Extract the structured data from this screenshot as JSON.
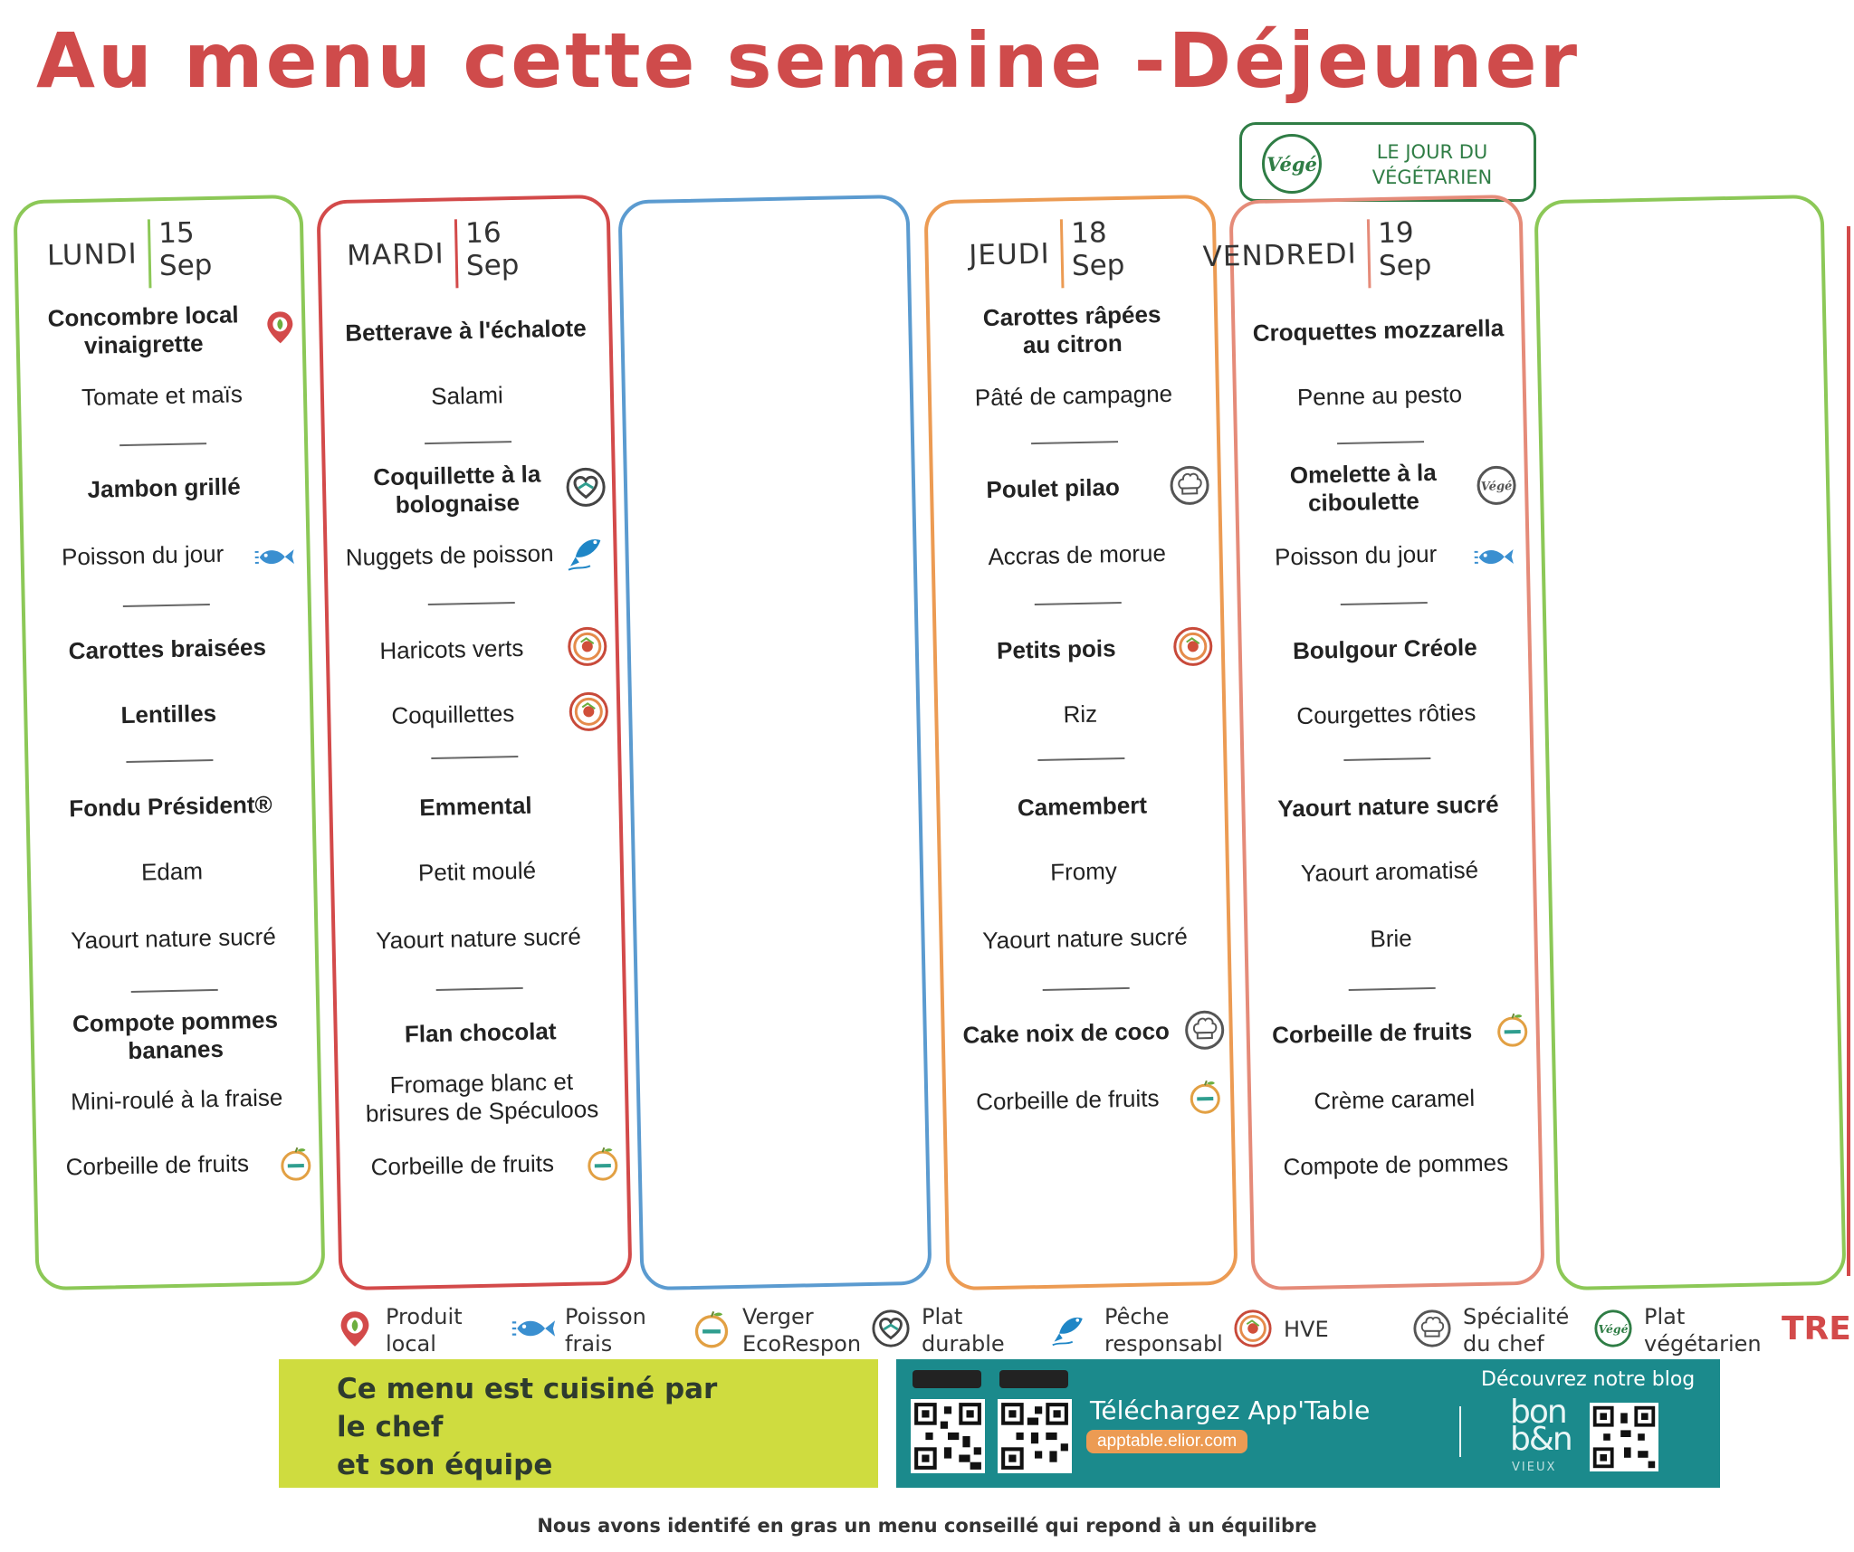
{
  "title": "Au menu cette semaine -Déjeuner",
  "vege_banner": {
    "seal": "Végé",
    "line1": "LE JOUR DU",
    "line2": "VÉGÉTARIEN"
  },
  "days": [
    {
      "name": "LUNDI",
      "day": "15",
      "month": "Sep",
      "items": [
        "Concombre local vinaigrette",
        "Tomate et maïs",
        "Jambon grillé",
        "Poisson du jour",
        "Carottes braisées",
        "Lentilles",
        "Fondu Président®",
        "Edam",
        "Yaourt nature sucré",
        "Compote pommes bananes",
        "Mini-roulé à la fraise",
        "Corbeille de fruits"
      ]
    },
    {
      "name": "MARDI",
      "day": "16",
      "month": "Sep",
      "items": [
        "Betterave à l'échalote",
        "Salami",
        "Coquillette à la bolognaise",
        "Nuggets de poisson",
        "Haricots verts",
        "Coquillettes",
        "Emmental",
        "Petit moulé",
        "Yaourt nature sucré",
        "Flan chocolat",
        "Fromage blanc et brisures de Spéculoos",
        "Corbeille de fruits"
      ]
    },
    {
      "name": "JEUDI",
      "day": "18",
      "month": "Sep",
      "items": [
        "Carottes râpées au citron",
        "Pâté de campagne",
        "Poulet pilao",
        "Accras de morue",
        "Petits pois",
        "Riz",
        "Camembert",
        "Fromy",
        "Yaourt nature sucré",
        "Cake noix de coco",
        "Corbeille de fruits"
      ]
    },
    {
      "name": "VENDREDI",
      "day": "19",
      "month": "Sep",
      "items": [
        "Croquettes mozzarella",
        "Penne au pesto",
        "Omelette à la ciboulette",
        "Poisson du jour",
        "Boulgour Créole",
        "Courgettes rôties",
        "Yaourt nature sucré",
        "Yaourt aromatisé",
        "Brie",
        "Corbeille de fruits",
        "Crème caramel",
        "Compote de pommes"
      ]
    }
  ],
  "legend": [
    {
      "icon": "local-pin-icon",
      "line1": "Produit",
      "line2": "local"
    },
    {
      "icon": "fish-icon",
      "line1": "Poisson",
      "line2": "frais"
    },
    {
      "icon": "apple-icon",
      "line1": "Verger",
      "line2": "EcoRespon"
    },
    {
      "icon": "heart-seal-icon",
      "line1": "Plat",
      "line2": "durable"
    },
    {
      "icon": "jumping-fish-icon",
      "line1": "Pêche",
      "line2": "responsabl"
    },
    {
      "icon": "hve-icon",
      "line1": "HVE",
      "line2": ""
    },
    {
      "icon": "chef-hat-icon",
      "line1": "Spécialité",
      "line2": "du chef"
    },
    {
      "icon": "vege-seal-icon",
      "line1": "Plat",
      "line2": "végétarien"
    }
  ],
  "legend_cut": "TRE D",
  "chef_box": {
    "line1": "Ce menu est cuisiné par",
    "line2": "le chef",
    "line3": "et son équipe"
  },
  "app": {
    "title": "Téléchargez App'Table",
    "url": "apptable.elior.com",
    "blog": "Découvrez notre blog",
    "logo_top": "bon",
    "logo_bottom": "b&n",
    "logo_sub": "VIEUX"
  },
  "footer": "Nous avons identifé en gras un menu conseillé qui repond à un équilibre",
  "colors": {
    "title": "#cf4b4b",
    "lundi": "#8cc857",
    "mardi": "#d34a4a",
    "mercredi": "#5b9bd0",
    "jeudi": "#ec9b53",
    "vendredi": "#e58b79",
    "samedi": "#8cc857",
    "vege": "#2f7d45",
    "chef_box": "#cfdc3f",
    "app_box": "#1b8a8c"
  }
}
